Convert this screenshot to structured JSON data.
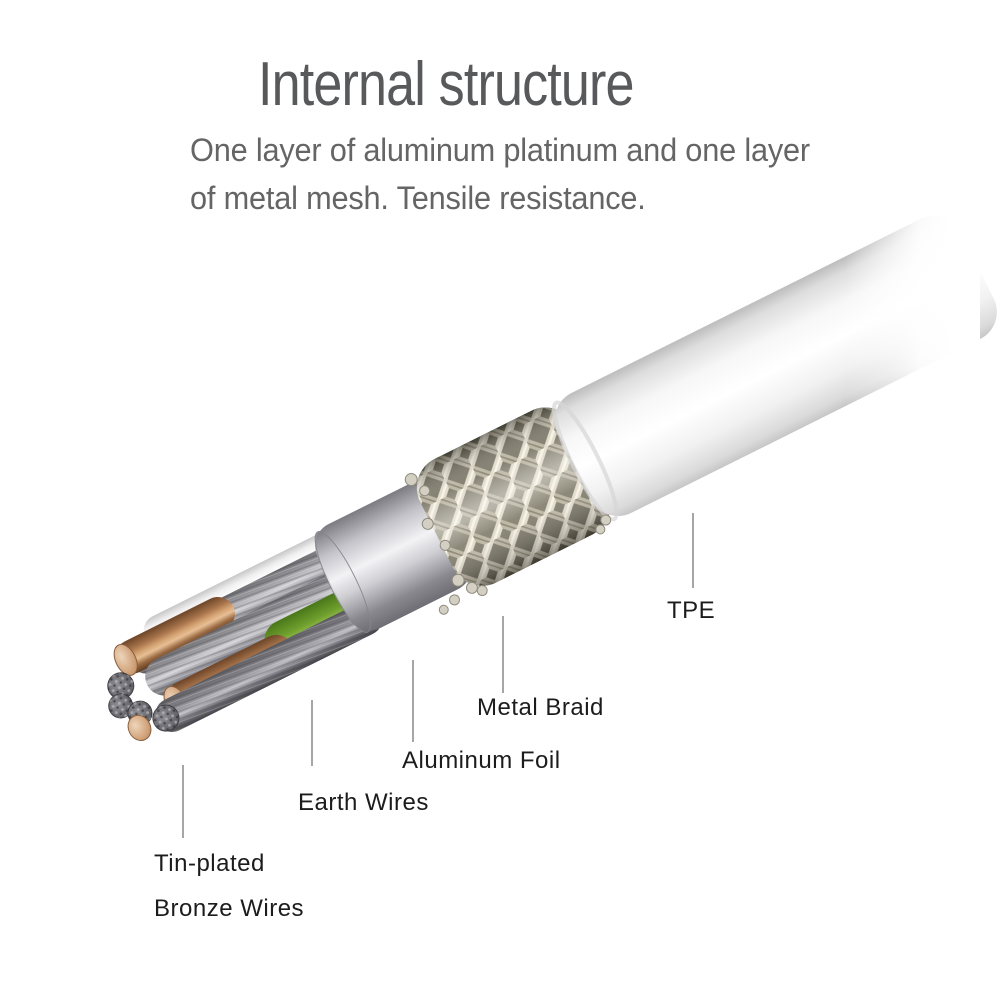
{
  "header": {
    "title": "Internal structure",
    "subtitle_line1": "One layer of aluminum platinum and one layer",
    "subtitle_line2": "of metal mesh. Tensile resistance."
  },
  "diagram": {
    "subject": "usb-cable-internal-structure-cutaway",
    "labels": {
      "tpe": {
        "text": "TPE"
      },
      "metal_braid": {
        "text": "Metal Braid"
      },
      "aluminum_foil": {
        "text": "Aluminum Foil"
      },
      "earth_wires": {
        "text": "Earth Wires"
      },
      "tin_plated": {
        "line1": "Tin-plated",
        "line2": "Bronze Wires"
      }
    },
    "colors": {
      "title_color": "#58595b",
      "subtitle_color": "#656565",
      "label_color": "#1c1c1c",
      "leader_line_color": "#a6a6a6",
      "tpe_jacket": "#ffffff",
      "metal_braid": "#cdc8ba",
      "aluminum_foil": "#dcdce0",
      "copper_wire": "#b5835c",
      "earth_wire": "#a8a8ad",
      "green_wire": "#79a836",
      "white_wire": "#f5f5f6"
    }
  }
}
